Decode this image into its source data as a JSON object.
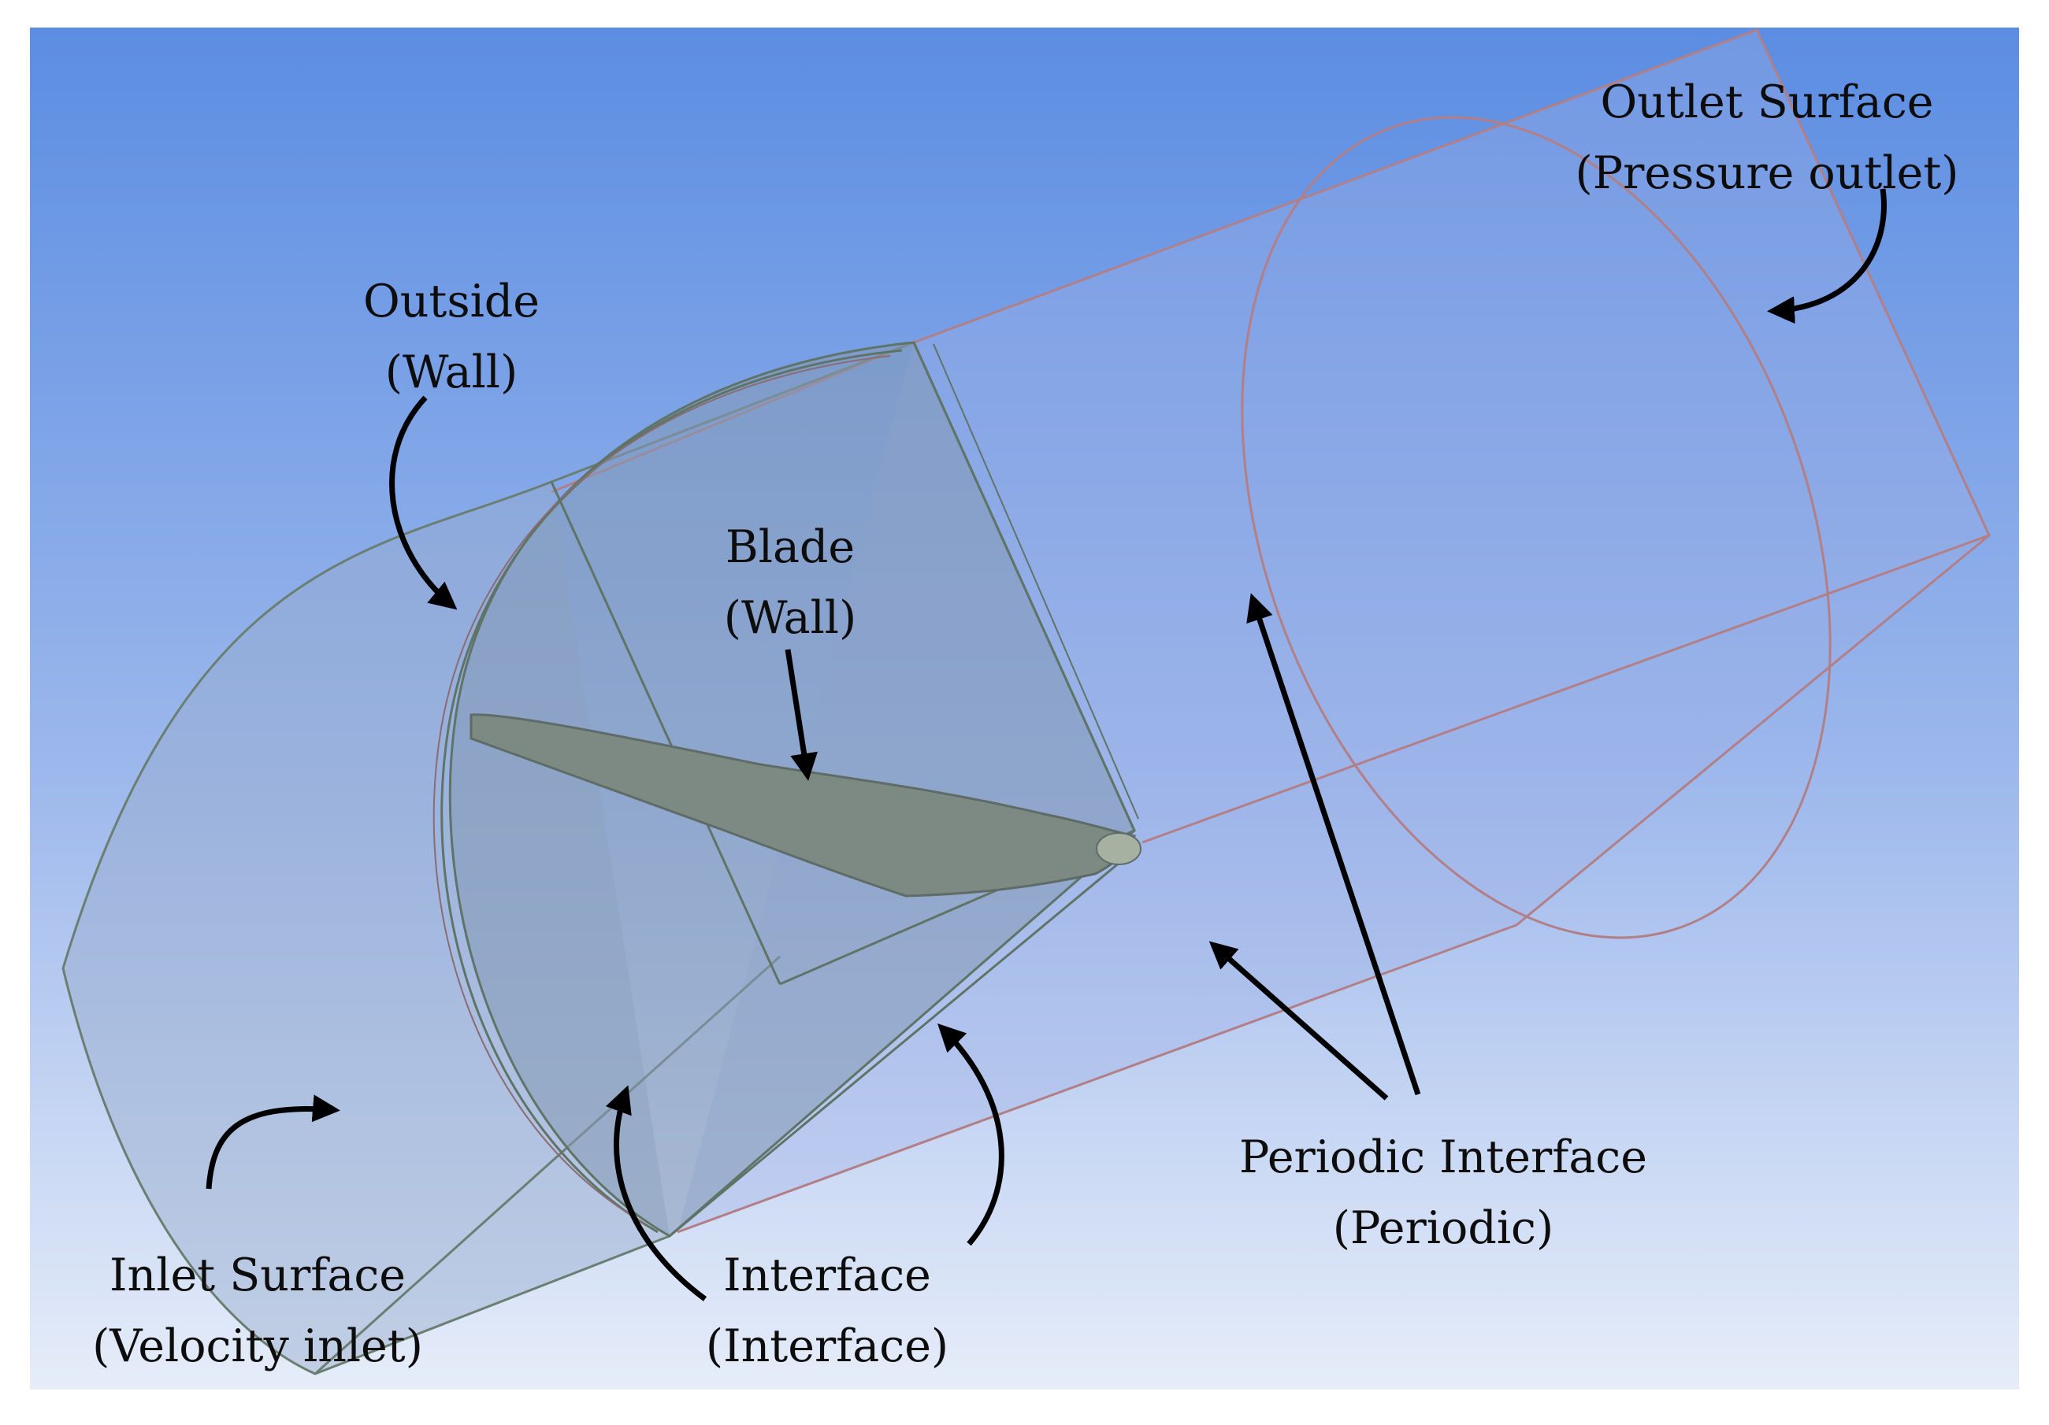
{
  "labels": {
    "outlet": {
      "line1": "Outlet Surface",
      "line2": "(Pressure outlet)"
    },
    "outside": {
      "line1": "Outside",
      "line2": "(Wall)"
    },
    "blade": {
      "line1": "Blade",
      "line2": "(Wall)"
    },
    "periodic": {
      "line1": "Periodic Interface",
      "line2": "(Periodic)"
    },
    "inlet": {
      "line1": "Inlet Surface",
      "line2": "(Velocity inlet)"
    },
    "interface": {
      "line1": "Interface",
      "line2": "(Interface)"
    }
  },
  "colors": {
    "background_top": "#5b8de2",
    "background_bottom": "#e6edf9",
    "domain_edge_green": "#6b7e72",
    "domain_edge_red": "#b27f86",
    "blade_fill": "#7d8a84",
    "arrow": "#000000"
  }
}
